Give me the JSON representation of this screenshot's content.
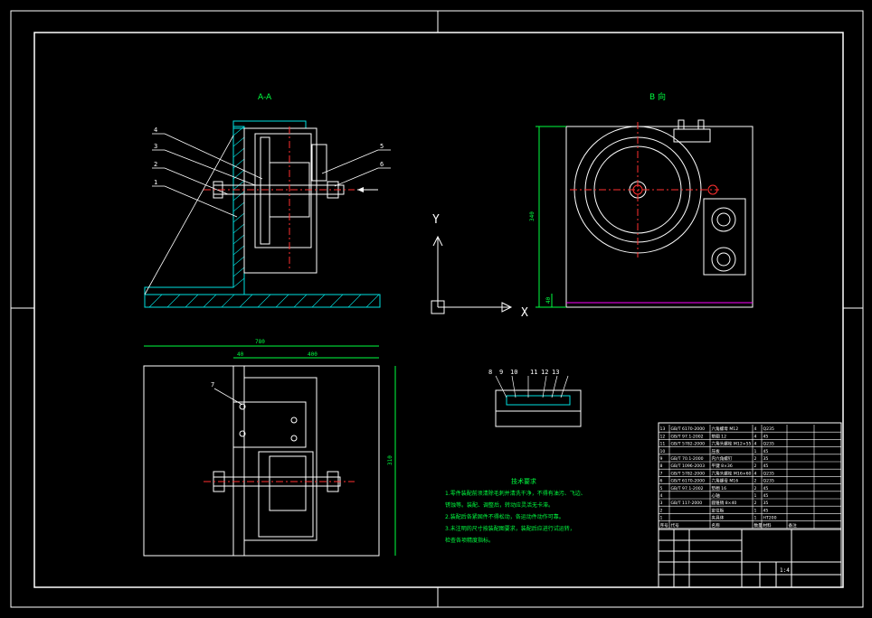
{
  "views": {
    "section_label": "A-A",
    "view_b_label": "B 向",
    "axis_y": "Y",
    "axis_x": "X"
  },
  "callouts": {
    "n1": "1",
    "n2": "2",
    "n3": "3",
    "n4": "4",
    "n5": "5",
    "n6": "6",
    "n7": "7",
    "n8": "8",
    "n9": "9",
    "n10": "10",
    "n11": "11",
    "n12": "12",
    "n13": "13"
  },
  "dimensions": {
    "overall_width": "780",
    "offset_left": "40",
    "inner_width": "400",
    "height_right": "310",
    "height_b_view": "340",
    "base_h": "40"
  },
  "tech_requirements": {
    "title": "技术要求",
    "lines": [
      "1.零件装配前须清除毛刺并清洗干净，不得有油污、飞边、",
      "锈蚀等。装配、调整后，转动应灵活无卡滞。",
      "2.装配后各紧固件不得松动，各运动件动作可靠。",
      "3.未注明的尺寸按装配图要求，装配后应进行试运转，",
      "检查各项精度指标。"
    ]
  },
  "parts_list": {
    "rows": [
      {
        "no": "13",
        "code": "GB/T 6170-2000",
        "name": "六角螺母 M12",
        "qty": "4",
        "mat": "Q235"
      },
      {
        "no": "12",
        "code": "GB/T 97.1-2002",
        "name": "垫圈 12",
        "qty": "4",
        "mat": "45"
      },
      {
        "no": "11",
        "code": "GB/T 5782-2000",
        "name": "六角头螺栓 M12×55",
        "qty": "4",
        "mat": "Q235"
      },
      {
        "no": "10",
        "code": "",
        "name": "压板",
        "qty": "1",
        "mat": "45"
      },
      {
        "no": "9",
        "code": "GB/T 70.1-2000",
        "name": "内六角螺钉",
        "qty": "2",
        "mat": "35"
      },
      {
        "no": "8",
        "code": "GB/T 1096-2003",
        "name": "平键 8×36",
        "qty": "2",
        "mat": "45"
      },
      {
        "no": "7",
        "code": "GB/T 5782-2000",
        "name": "六角头螺栓 M16×60",
        "qty": "4",
        "mat": "Q235"
      },
      {
        "no": "6",
        "code": "GB/T 6170-2000",
        "name": "六角螺母 M16",
        "qty": "2",
        "mat": "Q235"
      },
      {
        "no": "5",
        "code": "GB/T 97.1-2002",
        "name": "垫圈 16",
        "qty": "2",
        "mat": "45"
      },
      {
        "no": "4",
        "code": "",
        "name": "心轴",
        "qty": "1",
        "mat": "45"
      },
      {
        "no": "3",
        "code": "GB/T 117-2000",
        "name": "圆锥销 8×40",
        "qty": "2",
        "mat": "35"
      },
      {
        "no": "2",
        "code": "",
        "name": "定位板",
        "qty": "1",
        "mat": "45"
      },
      {
        "no": "1",
        "code": "",
        "name": "夹具体",
        "qty": "1",
        "mat": "HT200"
      }
    ],
    "header": {
      "no": "序号",
      "code": "代号",
      "name": "名称",
      "qty": "数量",
      "mat": "材料",
      "note": "备注"
    }
  },
  "title_block": {
    "scale_label": "1:4"
  },
  "colors": {
    "line": "#ffffff",
    "dimension": "#00ff40",
    "centerline": "#ff3030",
    "hatch": "#00e0e0",
    "base_line": "#ff00ff"
  }
}
